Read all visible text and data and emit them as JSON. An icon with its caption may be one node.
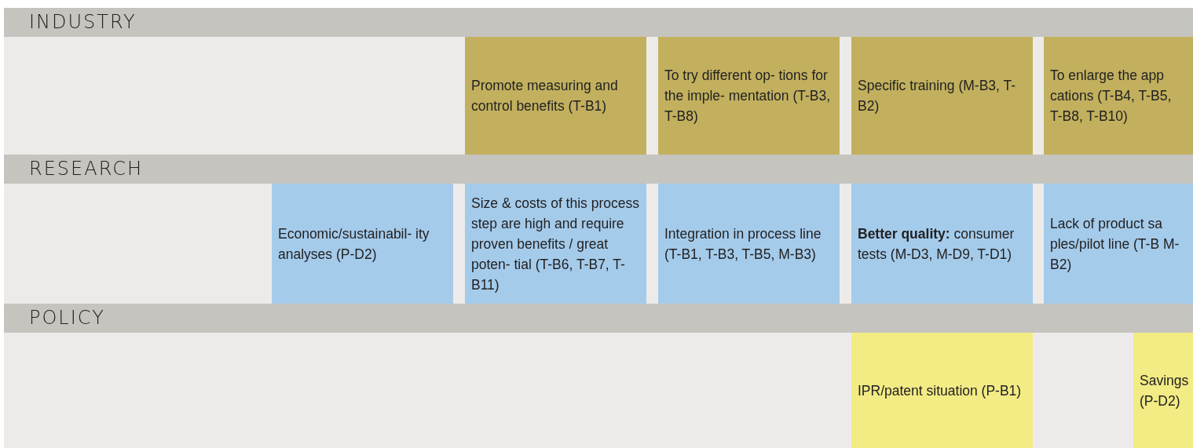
{
  "diagram": {
    "nodes": [
      {
        "text": [
          "INDUSTRY"
        ]
      },
      {
        "text": [
          "Promote measuring and control benefits (T-B1)"
        ],
        "in": 0
      },
      {
        "text": [
          "To try different op- tions for the imple- mentation (T-B3, T-B8)"
        ],
        "in": 0
      },
      {
        "text": [
          "Specific training (M-B3, T-B2)"
        ],
        "in": 0
      },
      {
        "text": [
          "To enlarge the app cations (T-B4, T-B5, T-B8, T-B10)"
        ],
        "in": 0
      },
      {
        "text": [
          "RESEARCH"
        ]
      },
      {
        "text": [
          "Economic/sustainabil- ity analyses (P-D2)"
        ],
        "in": 5
      },
      {
        "text": [
          "Size & costs of this process step are high and require proven benefits / great poten- tial (T-B6, T-B7, T-B11)"
        ],
        "in": 5
      },
      {
        "text": [
          "Integration in process line (T-B1, T-B3, T-B5, M-B3)"
        ],
        "in": 5
      },
      {
        "text": [
          "**Better quality:** consumer tests (M-D3, M-D9, T-D1)"
        ],
        "in": 5
      },
      {
        "text": [
          "Lack of product sa ples/pilot line (T-B M-B2)"
        ],
        "in": 5
      },
      {
        "text": [
          "POLICY"
        ]
      },
      {
        "text": [
          "IPR/patent situation (P-B1)"
        ],
        "in": 11
      },
      {
        "text": [
          "Savings (P-D2)"
        ],
        "in": 11
      }
    ]
  }
}
